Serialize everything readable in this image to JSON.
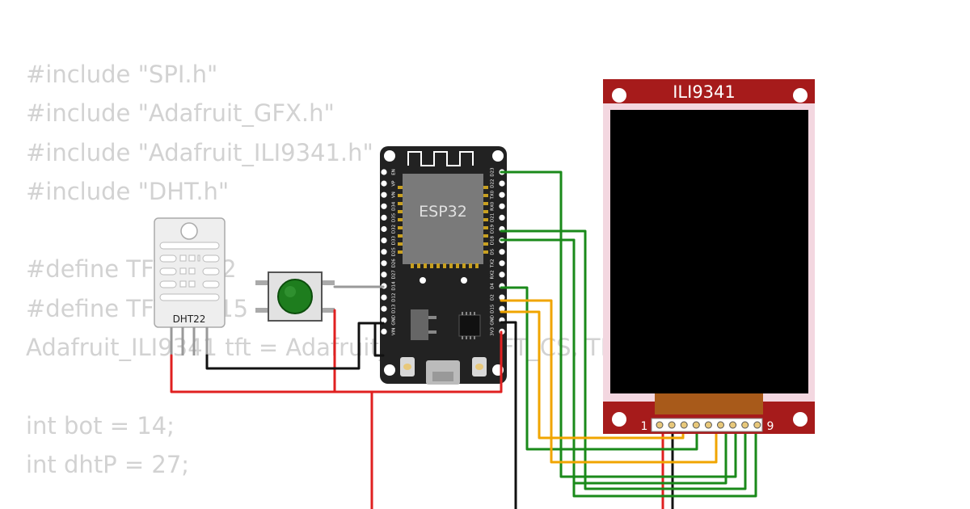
{
  "code_lines": [
    "#include \"SPI.h\"",
    "#include \"Adafruit_GFX.h\"",
    "#include \"Adafruit_ILI9341.h\"",
    "#include \"DHT.h\"",
    "",
    "#define TFT_DC 2",
    "#define TFT_CS 15",
    "Adafruit_ILI9341 tft = Adafruit_ILI9341(TFT_CS, TFT_DC);",
    "",
    "int bot = 14;",
    "int dhtP = 27;"
  ],
  "components": {
    "dht22": {
      "label": "DHT22"
    },
    "esp32": {
      "label": "ESP32",
      "left_pins": [
        "EN",
        "VP",
        "VN",
        "D34",
        "D35",
        "D32",
        "D33",
        "D25",
        "D26",
        "D27",
        "D14",
        "D12",
        "D13",
        "GND",
        "VIN"
      ],
      "right_pins": [
        "D23",
        "D22",
        "TX0",
        "RX0",
        "D21",
        "D19",
        "D18",
        "D5",
        "TX2",
        "RX2",
        "D4",
        "D2",
        "D15",
        "GND",
        "3V3"
      ]
    },
    "display": {
      "label": "ILI9341",
      "pin_first": "1",
      "pin_last": "9"
    }
  },
  "colors": {
    "wire_red": "#e02020",
    "wire_black": "#111111",
    "wire_green": "#1a8a1a",
    "wire_yellow": "#f0a500",
    "wire_gray": "#999999",
    "display_board": "#a61b1b",
    "code_text": "#d2d2d2"
  }
}
